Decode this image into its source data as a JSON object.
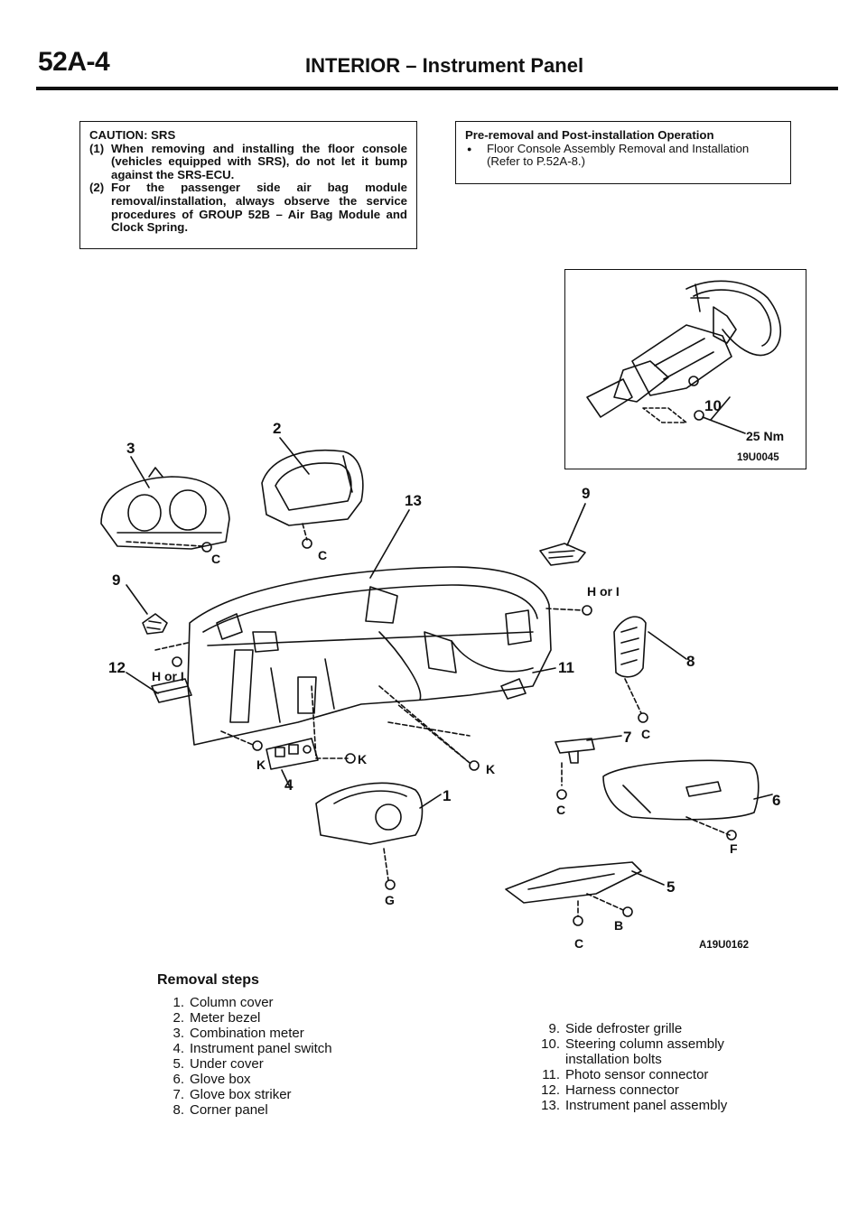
{
  "header": {
    "page_number": "52A-4",
    "title": "INTERIOR – Instrument Panel"
  },
  "caution": {
    "heading": "CAUTION: SRS",
    "items": [
      {
        "num": "(1)",
        "text": "When removing and installing the floor console (vehicles equipped with SRS), do not let it bump against the SRS-ECU."
      },
      {
        "num": "(2)",
        "text": "For the passenger side air bag module removal/installation, always observe the service procedures of GROUP 52B – Air Bag Module and Clock Spring."
      }
    ]
  },
  "pre_op": {
    "heading": "Pre-removal and Post-installation Operation",
    "items": [
      {
        "text": "Floor Console Assembly Removal and Installation (Refer to P.52A-8.)"
      }
    ]
  },
  "diagram": {
    "inset_callout": "10",
    "inset_torque": "25 Nm",
    "inset_code": "19U0045",
    "main_code": "A19U0162",
    "callouts": {
      "c1": "1",
      "c2": "2",
      "c3": "3",
      "c4": "4",
      "c5": "5",
      "c6": "6",
      "c7": "7",
      "c8": "8",
      "c9_top": "9",
      "c9_left": "9",
      "c11": "11",
      "c12": "12",
      "c13": "13"
    },
    "fasteners": {
      "c_meter": "C",
      "c_bezel": "C",
      "h_or_i_right": "H or I",
      "h_or_i_left": "H or I",
      "k_center": "K",
      "k_lower_left": "K",
      "k_lower_mid": "K",
      "c_corner": "C",
      "c_striker": "C",
      "f_glove": "F",
      "g_column": "G",
      "b_under": "B",
      "c_under": "C"
    }
  },
  "removal_steps": {
    "title": "Removal steps",
    "left": [
      {
        "n": "1.",
        "t": "Column cover"
      },
      {
        "n": "2.",
        "t": "Meter bezel"
      },
      {
        "n": "3.",
        "t": "Combination meter"
      },
      {
        "n": "4.",
        "t": "Instrument panel switch"
      },
      {
        "n": "5.",
        "t": "Under cover"
      },
      {
        "n": "6.",
        "t": "Glove box"
      },
      {
        "n": "7.",
        "t": "Glove box striker"
      },
      {
        "n": "8.",
        "t": "Corner panel"
      }
    ],
    "right": [
      {
        "n": "9.",
        "t": "Side defroster grille"
      },
      {
        "n": "10.",
        "t": "Steering column assembly\ninstallation bolts"
      },
      {
        "n": "11.",
        "t": "Photo sensor connector"
      },
      {
        "n": "12.",
        "t": "Harness connector"
      },
      {
        "n": "13.",
        "t": "Instrument panel assembly"
      }
    ]
  }
}
